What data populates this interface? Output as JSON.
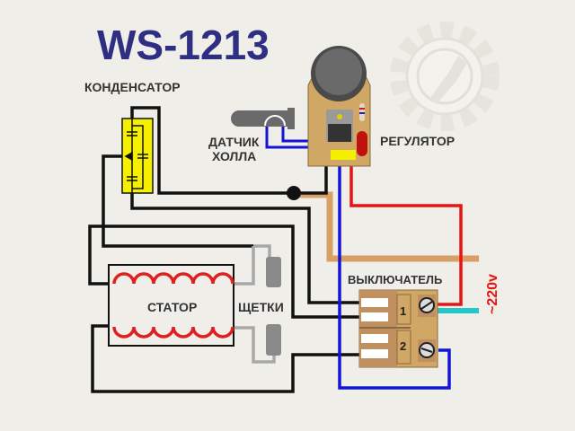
{
  "title": "WS-1213",
  "labels": {
    "capacitor": "КОНДЕНСАТОР",
    "hall_sensor_line1": "ДАТЧИК",
    "hall_sensor_line2": "ХОЛЛА",
    "regulator": "РЕГУЛЯТОР",
    "switch": "ВЫКЛЮЧАТЕЛЬ",
    "stator": "СТАТОР",
    "brushes": "ЩЕТКИ",
    "voltage": "~220v",
    "switch_section_1": "1",
    "switch_section_2": "2"
  },
  "colors": {
    "title": "#2e2f82",
    "wire_black": "#111111",
    "wire_blue": "#1414d8",
    "wire_red": "#e81414",
    "wire_orange": "#d9a066",
    "wire_cyan": "#22c7c7",
    "wire_gray": "#a8a8a8",
    "board": "#d1a765",
    "capacitor": "#f5f000",
    "coil": "#e02020"
  }
}
